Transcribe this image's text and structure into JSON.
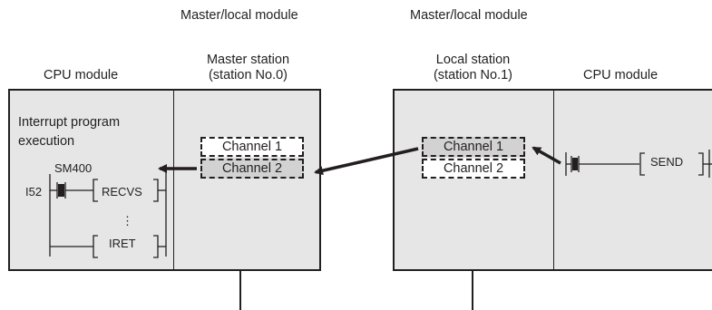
{
  "headers": {
    "master_local_left": "Master/local module",
    "master_local_right": "Master/local module",
    "cpu_left": "CPU module",
    "master_station_line1": "Master station",
    "master_station_line2": "(station No.0)",
    "local_station_line1": "Local station",
    "local_station_line2": "(station No.1)",
    "cpu_right": "CPU module"
  },
  "left_cpu": {
    "interrupt_line1": "Interrupt program",
    "interrupt_line2": "execution",
    "sm_label": "SM400",
    "i_label": "I52",
    "recvs": "RECVS",
    "dots": "⋮",
    "iret": "IRET"
  },
  "master_channels": [
    "Channel 1",
    "Channel 2"
  ],
  "local_channels": [
    "Channel 1",
    "Channel 2"
  ],
  "right_cpu": {
    "send": "SEND"
  }
}
